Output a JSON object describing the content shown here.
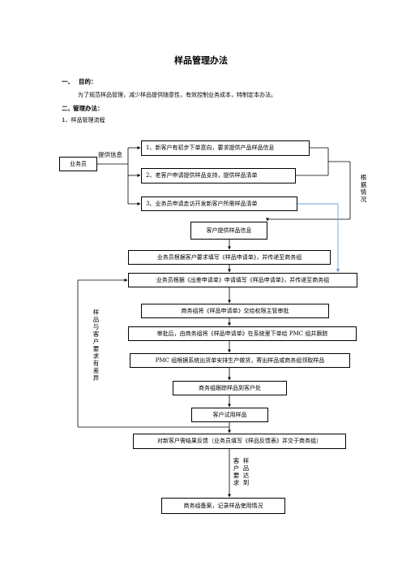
{
  "doc": {
    "title": "样品管理办法",
    "section1": {
      "num": "一、",
      "heading": "目的："
    },
    "purpose": "为了规范样品管理，减少样品提供随意性，有效控制业务成本，特制定本办法。",
    "section2": {
      "num": "二、",
      "heading": "管理办法："
    },
    "subsection": "1、样品管理流程"
  },
  "flow": {
    "salesman": "业务员",
    "provide_info": "提供信息",
    "case1": "1、新客户有初步下单意向，要求提供产品样品信息",
    "case2": "2、老客户申请提供样品支持，提供样品清单",
    "case3": "3、业务员申请走访开发新客户所需样品清单",
    "by_situation": "根据情况",
    "customer_info": "客户提供样品信息",
    "step_fill": "业务员根据客户要求填写《样品申请单》，并传递至商务组",
    "step_trip": "业务员根据《出差申请单》申请填写《样品申请单》，并传递至商务组",
    "step_approve": "商务组将《样品申请单》交给权限主管审批",
    "step_order": "审批后，由商务组将《样品申请单》在系统里下单给 PMC 组并跟踪",
    "step_pmc": "PMC 组根据系统出货单安排生产做货，寄出样品或商务组领取样品",
    "step_track": "商务组跟踪样品到客户处",
    "step_trial": "客户试用样品",
    "step_feedback": "对新客户需结果反馈（业务员填写《样品反馈表》并交于商务组）",
    "diff_note": "样品与客户要求有差异",
    "cust_req": "客户要求",
    "sample_ok": "样品达到",
    "step_record": "商务组备案，记录样品使用情况"
  },
  "colors": {
    "line": "#000000",
    "accent_line": "#6e9fd2"
  }
}
